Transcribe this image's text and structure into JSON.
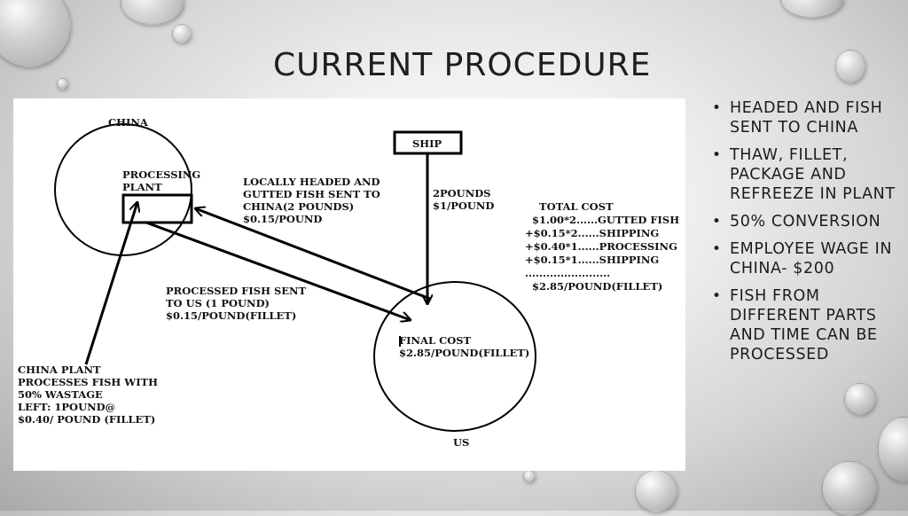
{
  "slide": {
    "title": "CURRENT PROCEDURE"
  },
  "diagram": {
    "china_label": "CHINA",
    "processing_plant": [
      "PROCESSING",
      "PLANT"
    ],
    "ship_label": "SHIP",
    "locally_headed": [
      "LOCALLY HEADED AND",
      "GUTTED FISH SENT TO",
      "CHINA(2 POUNDS)",
      "$0.15/POUND"
    ],
    "two_pounds": [
      "2POUNDS",
      "$1/POUND"
    ],
    "total_cost": [
      "TOTAL COST",
      "  $1.00*2......GUTTED FISH",
      "+$0.15*2......SHIPPING",
      "+$0.40*1......PROCESSING",
      "+$0.15*1......SHIPPING",
      "........................",
      "  $2.85/POUND(FILLET)"
    ],
    "processed_fish": [
      "PROCESSED FISH SENT",
      "TO US (1 POUND)",
      "$0.15/POUND(FILLET)"
    ],
    "final_cost": [
      "FINAL COST",
      "$2.85/POUND(FILLET)"
    ],
    "china_plant": [
      "CHINA PLANT",
      "PROCESSES FISH WITH",
      "50% WASTAGE",
      "LEFT: 1POUND@",
      "$0.40/ POUND (FILLET)"
    ],
    "us_label": "US"
  },
  "bullets": [
    "HEADED AND FISH SENT TO CHINA",
    "THAW, FILLET, PACKAGE AND REFREEZE IN PLANT",
    "50% CONVERSION",
    "EMPLOYEE WAGE IN CHINA- $200",
    "FISH FROM DIFFERENT PARTS AND TIME CAN BE PROCESSED"
  ]
}
